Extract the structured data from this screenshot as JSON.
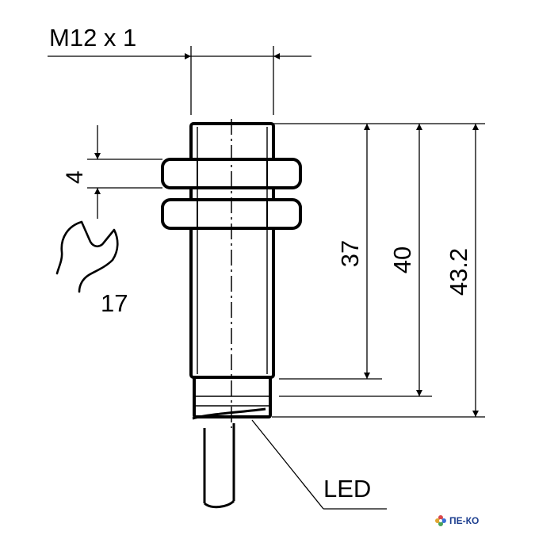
{
  "thread_label": "M12 x 1",
  "nut_thickness": "4",
  "wrench_size": "17",
  "dimensions": {
    "body_length": "37",
    "length_to_ring": "40",
    "overall_length": "43.2"
  },
  "led_label": "LED",
  "watermark": {
    "text": "ПЕ-КО",
    "color": "#1d3f8f"
  }
}
